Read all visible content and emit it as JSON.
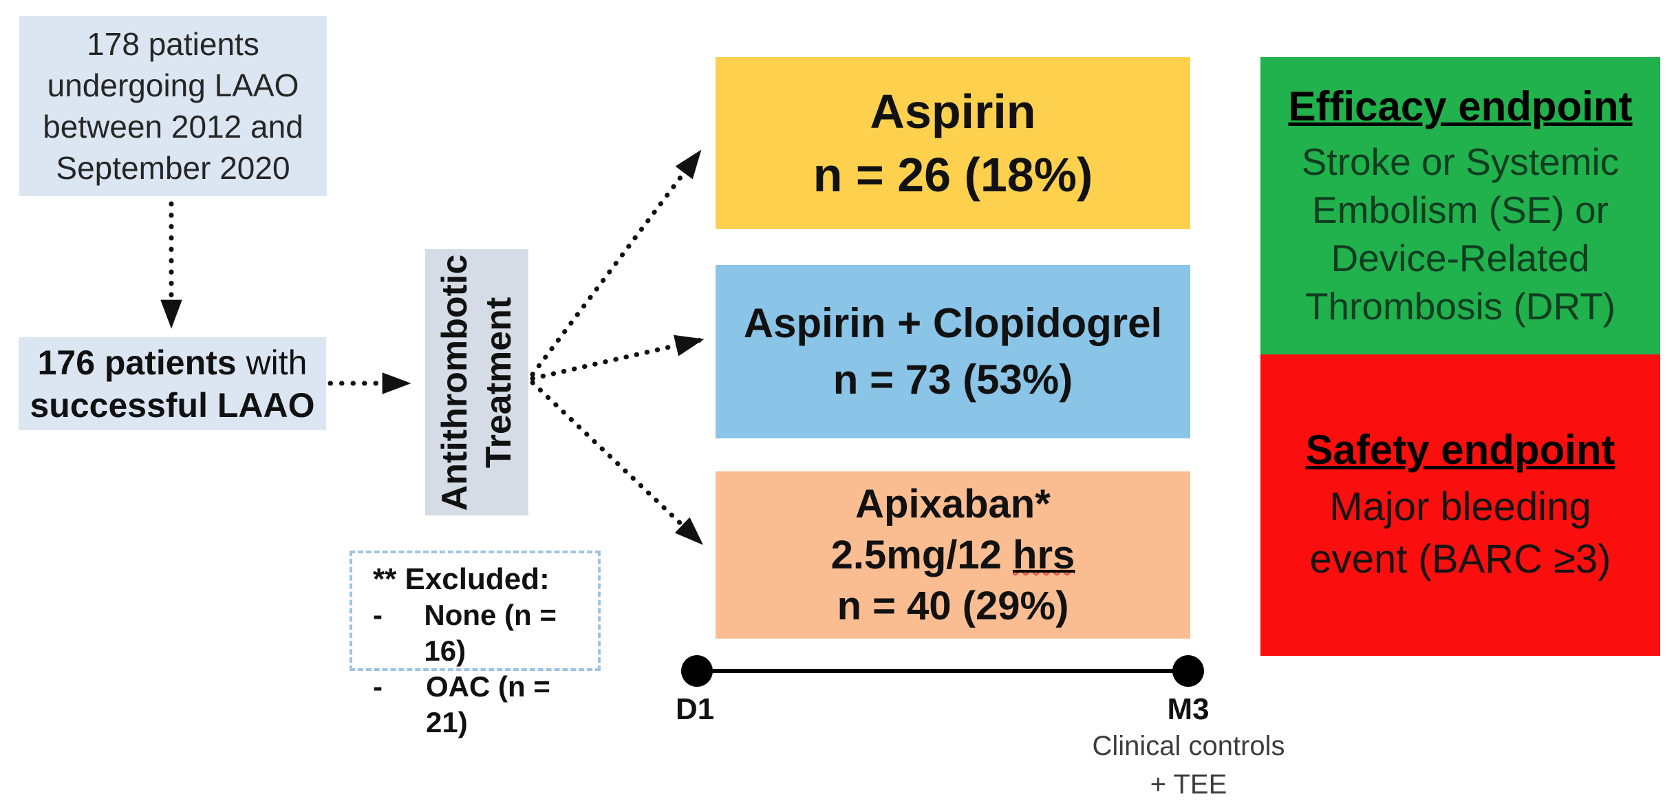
{
  "flow": {
    "box_178": {
      "lines": [
        "178 patients",
        "undergoing LAAO",
        "between 2012 and",
        "September 2020"
      ]
    },
    "box_176": {
      "seg_bold_1": "176 patients",
      "seg_regular": " with",
      "seg_bold_2": "successful LAAO"
    },
    "treatment_label": {
      "lines": [
        "Antithrombotic",
        "Treatment"
      ]
    },
    "excluded": {
      "title": "** Excluded:",
      "items": [
        {
          "bullet": "-",
          "text": "None (n = 16)"
        },
        {
          "bullet": "-",
          "text": "OAC (n = 21)"
        }
      ]
    }
  },
  "arms": [
    {
      "title": "Aspirin",
      "n_label": "n = 26 (18%)",
      "color": "#fdd14e"
    },
    {
      "title": "Aspirin + Clopidogrel",
      "n_label": "n = 73 (53%)",
      "color": "#8ac4e7"
    },
    {
      "title": "Apixaban*",
      "dose_prefix": "2.5mg/12 ",
      "dose_underlined": "hrs",
      "n_label": "n = 40 (29%)",
      "color": "#fabd92"
    }
  ],
  "timeline": {
    "start_label": "D1",
    "end_label": "M3",
    "end_note_lines": [
      "Clinical controls",
      "+ TEE"
    ]
  },
  "endpoints": {
    "efficacy": {
      "title": "Efficacy endpoint",
      "body_lines": [
        "Stroke or Systemic",
        "Embolism (SE) or",
        "Device-Related",
        "Thrombosis (DRT)"
      ],
      "color": "#21b14d"
    },
    "safety": {
      "title": "Safety endpoint",
      "body_lines": [
        "Major bleeding",
        "event (BARC ≥3)"
      ],
      "color": "#fb0e0e"
    }
  },
  "palette": {
    "patient_box_fill": "#dce6f2",
    "treatment_box_fill": "#d6dce5",
    "excluded_border": "#9dc3e6",
    "arrow_color": "#111111"
  }
}
